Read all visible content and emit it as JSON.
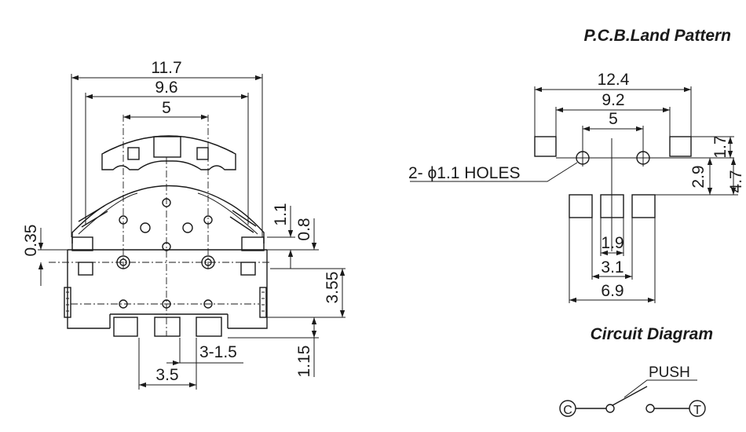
{
  "titles": {
    "pcb_land_pattern": "P.C.B.Land Pattern",
    "circuit_diagram": "Circuit Diagram"
  },
  "left_view": {
    "dim_overall_width": "11.7",
    "dim_inner_width": "9.6",
    "dim_pin_span": "5",
    "dim_top_offset": "0.35",
    "dim_right_upper": "1.1",
    "dim_right_mid": "0.8",
    "dim_right_height": "3.55",
    "dim_terminal_height": "1.15",
    "dim_terminal_pitch_label": "3-1.5",
    "dim_terminal_span": "3.5"
  },
  "pcb_view": {
    "dim_overall": "12.4",
    "dim_mid": "9.2",
    "dim_hole_span": "5",
    "holes_label": "2- ϕ1.1 HOLES",
    "dim_right_a": "1.7",
    "dim_right_b": "2.9",
    "dim_right_c": "4.7",
    "dim_bottom_a": "1.9",
    "dim_bottom_b": "3.1",
    "dim_bottom_c": "6.9"
  },
  "circuit": {
    "push_label": "PUSH",
    "terminal_c": "C",
    "terminal_t": "T"
  }
}
